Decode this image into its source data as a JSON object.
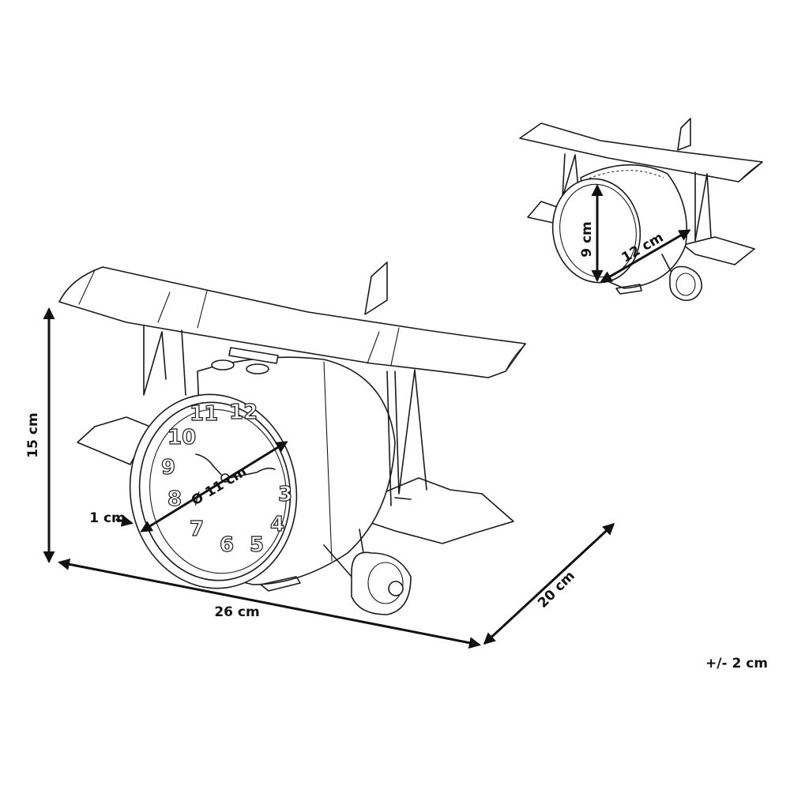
{
  "dimensions": {
    "height": "15 cm",
    "width": "26 cm",
    "depth": "20 cm",
    "diameter": "Ø 11 cm",
    "bezel": "1 cm",
    "inset_height": "9 cm",
    "inset_length": "12 cm"
  },
  "tolerance": "+/- 2 cm",
  "clock_numerals": [
    "12",
    "11",
    "10",
    "9",
    "8",
    "7",
    "6",
    "5",
    "4",
    "3"
  ]
}
